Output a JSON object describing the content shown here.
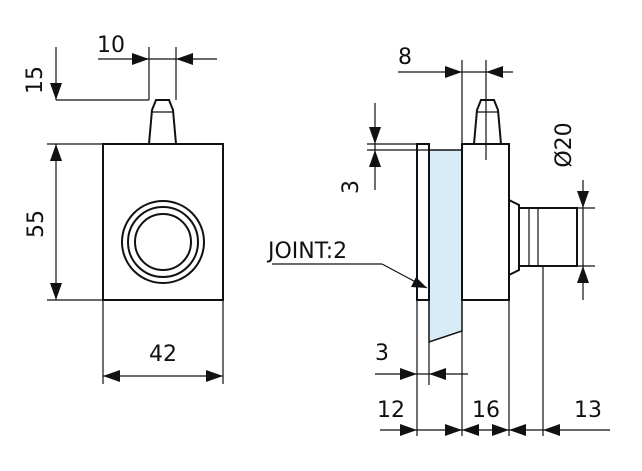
{
  "dimensions": {
    "front_nozzle_height": "15",
    "front_nozzle_width": "10",
    "front_height": "55",
    "front_width": "42",
    "side_offset_top": "8",
    "side_glass_top": "3",
    "joint_label": "JOINT:2",
    "side_bottom_gap": "3",
    "side_left": "12",
    "side_middle": "16",
    "side_right": "13",
    "side_diameter": "Ø20"
  }
}
